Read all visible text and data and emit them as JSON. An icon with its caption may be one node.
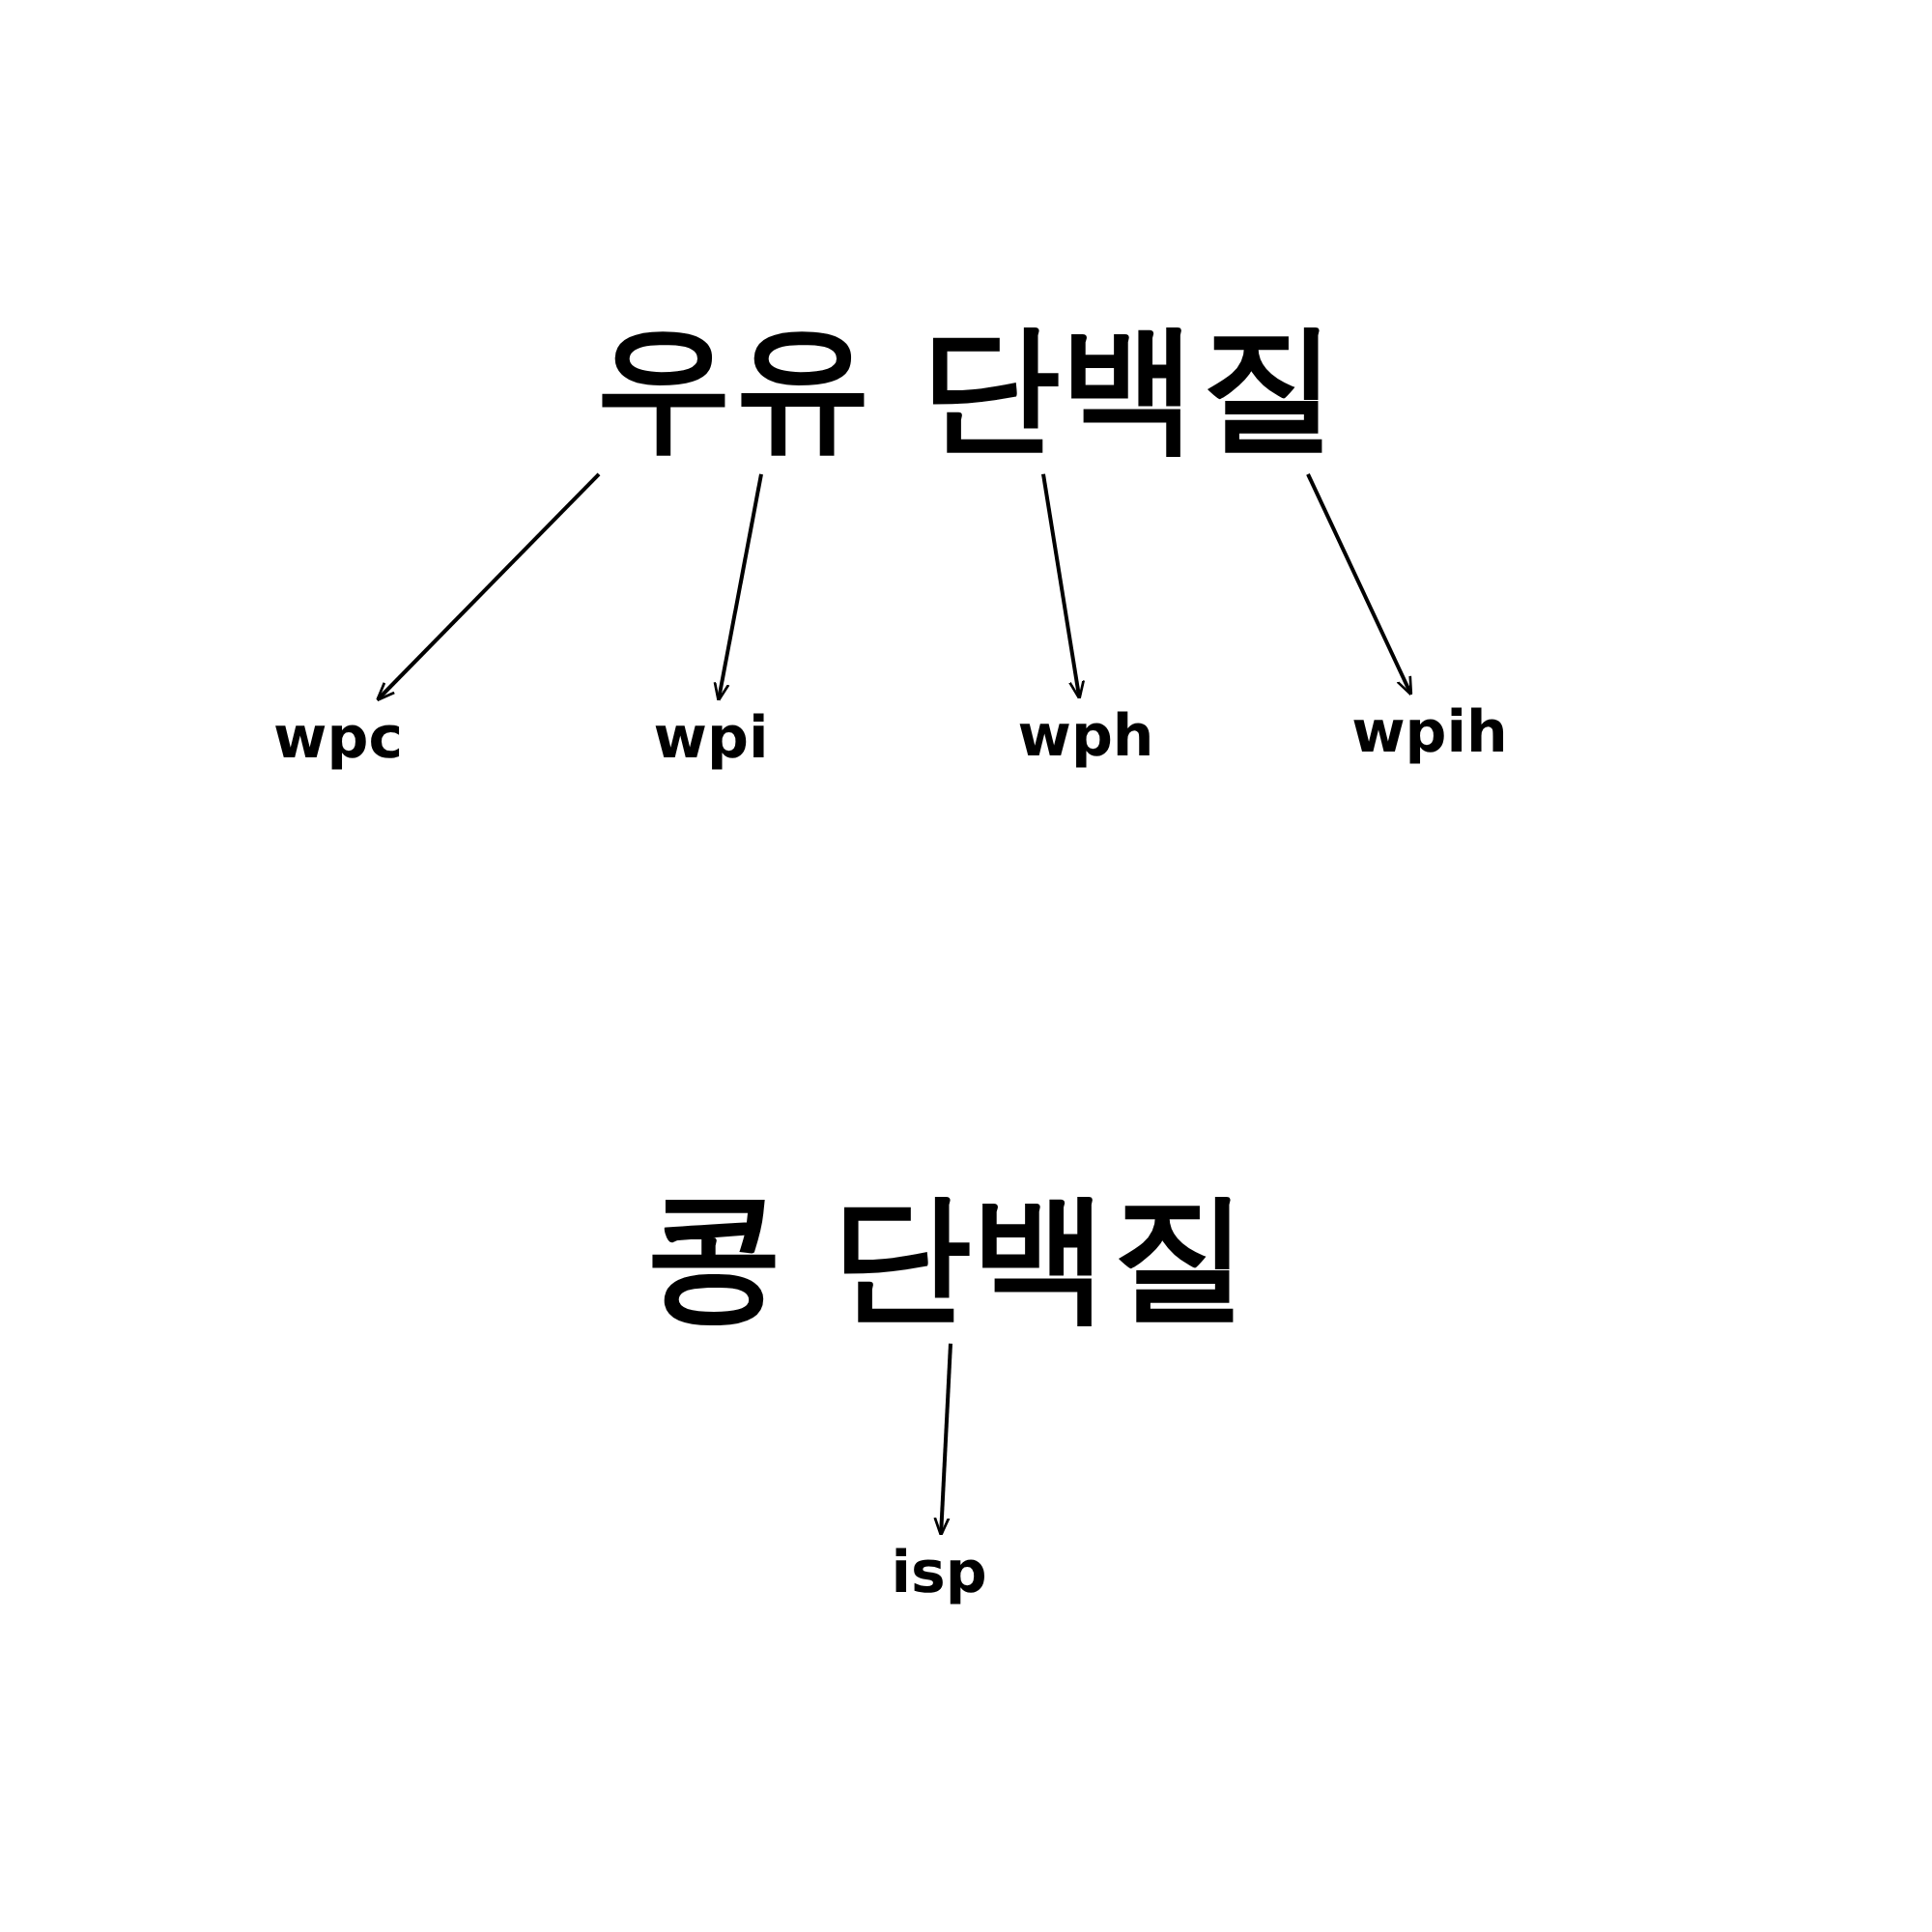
{
  "diagram": {
    "nodes": [
      {
        "text": [
          "우유 단백질"
        ]
      },
      {
        "text": [
          "wpc"
        ]
      },
      {
        "text": [
          "wpi"
        ]
      },
      {
        "text": [
          "wph"
        ]
      },
      {
        "text": [
          "wpih"
        ]
      },
      {
        "text": [
          "콩 단백질"
        ]
      },
      {
        "text": [
          "isp"
        ]
      }
    ],
    "edges": [
      {
        "from": 0,
        "to": 1,
        "arrow": "to"
      },
      {
        "from": 0,
        "to": 2,
        "arrow": "to"
      },
      {
        "from": 0,
        "to": 3,
        "arrow": "to"
      },
      {
        "from": 0,
        "to": 4,
        "arrow": "to"
      },
      {
        "from": 5,
        "to": 6,
        "arrow": "to"
      }
    ]
  }
}
